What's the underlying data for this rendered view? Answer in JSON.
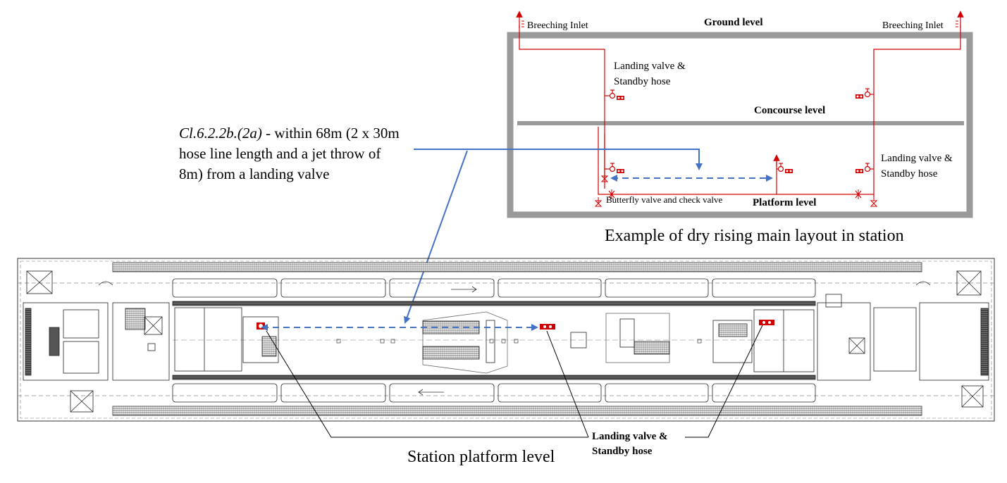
{
  "schematic": {
    "breeching_left": "Breeching Inlet",
    "breeching_right": "Breeching Inlet",
    "ground_level": "Ground level",
    "concourse_level": "Concourse level",
    "platform_level": "Platform level",
    "landing_valve_upper_line1": "Landing valve &",
    "landing_valve_upper_line2": "Standby hose",
    "landing_valve_right_line1": "Landing valve &",
    "landing_valve_right_line2": "Standby hose",
    "butterfly_valve": "Butterfly valve and check valve",
    "caption": "Example of dry rising main layout in station",
    "pipe_color": "#d10000"
  },
  "callout": {
    "clause_ref": "Cl.6.2.2b.(2a)",
    "clause_text": " - within 68m (2 x 30m hose line length and a jet throw of 8m) from a landing valve",
    "arrow_color": "#4472c4"
  },
  "plan": {
    "landing_line1": "Landing valve &",
    "landing_line2": "Standby hose",
    "caption": "Station platform level"
  }
}
